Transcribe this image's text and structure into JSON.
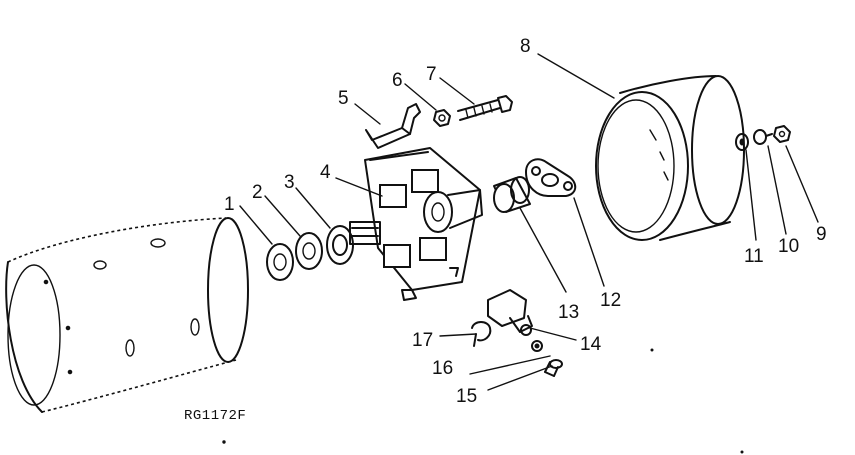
{
  "diagram": {
    "figure_ref": "RG1172F",
    "callouts": [
      {
        "label": "1"
      },
      {
        "label": "2"
      },
      {
        "label": "3"
      },
      {
        "label": "4"
      },
      {
        "label": "5"
      },
      {
        "label": "6"
      },
      {
        "label": "7"
      },
      {
        "label": "8"
      },
      {
        "label": "9"
      },
      {
        "label": "10"
      },
      {
        "label": "11"
      },
      {
        "label": "12"
      },
      {
        "label": "13"
      },
      {
        "label": "14"
      },
      {
        "label": "15"
      },
      {
        "label": "16"
      },
      {
        "label": "17"
      }
    ]
  }
}
